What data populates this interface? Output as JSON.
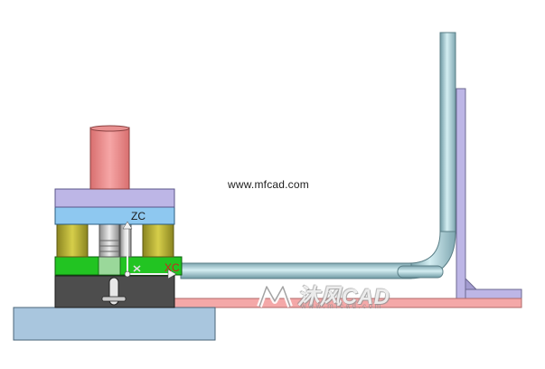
{
  "viewport": {
    "background_color": "#ffffff"
  },
  "watermark": {
    "url_text": "www.mfcad.com",
    "brand_text": "沐风CAD",
    "sub_text": "www.mfcad.com"
  },
  "axes": {
    "z_label": "ZC",
    "x_label": "XC"
  },
  "colors": {
    "base_plate": "#a9c6de",
    "lower_block": "#4d4d4d",
    "green_plate": "#22c422",
    "guide_pillars": "#b8b030",
    "blue_plate": "#8ec8f0",
    "lavender_plate": "#bdb6e6",
    "top_cylinder": "#f08a8a",
    "pink_rail": "#f4a8a8",
    "pipe": "#9ec4cc",
    "bracket": "#bdb6e6"
  }
}
